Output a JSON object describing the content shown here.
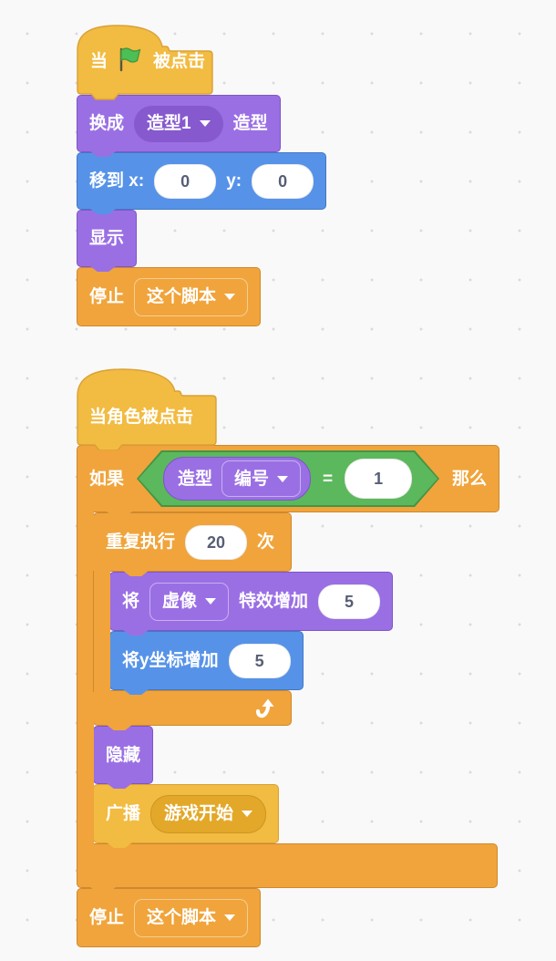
{
  "colors": {
    "motion": "#5693e8",
    "looks": "#9a6fe4",
    "events": "#f2bb41",
    "control": "#f0a43b",
    "operators": "#5cb85c",
    "flag_green": "#4cbf56",
    "workspace_background": "#f9f9f9",
    "input_text": "#575e75"
  },
  "script1": {
    "when_flag_clicked": {
      "pre": "当",
      "post": "被点击"
    },
    "switch_costume": {
      "pre": "换成",
      "costume": "造型1",
      "post": "造型"
    },
    "go_to_xy": {
      "pre": "移到 x:",
      "x": "0",
      "mid": "y:",
      "y": "0"
    },
    "show": {
      "label": "显示"
    },
    "stop": {
      "pre": "停止",
      "option": "这个脚本"
    }
  },
  "script2": {
    "when_sprite_clicked": {
      "label": "当角色被点击"
    },
    "if_then": {
      "pre": "如果",
      "post": "那么"
    },
    "condition": {
      "reporter": "造型",
      "reporter_option": "编号",
      "operator": "=",
      "value": "1"
    },
    "repeat": {
      "pre": "重复执行",
      "times": "20",
      "post": "次"
    },
    "change_effect": {
      "pre": "将",
      "effect": "虚像",
      "post": "特效增加",
      "value": "5"
    },
    "change_y": {
      "pre": "将y坐标增加",
      "value": "5"
    },
    "hide": {
      "label": "隐藏"
    },
    "broadcast": {
      "pre": "广播",
      "message": "游戏开始"
    },
    "stop": {
      "pre": "停止",
      "option": "这个脚本"
    }
  }
}
